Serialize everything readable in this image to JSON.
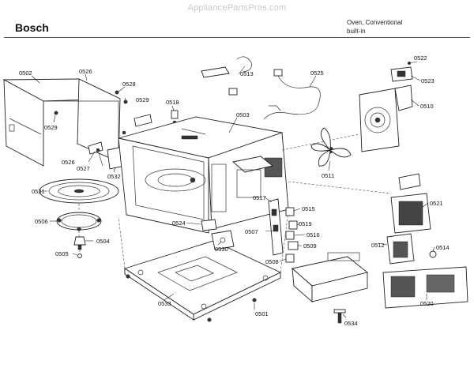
{
  "header": {
    "watermark": "AppliancePartsPros.com",
    "brand": "Bosch",
    "description_line1": "Oven, Conventional",
    "description_line2": "built-in"
  },
  "callouts": {
    "c0502": "0502",
    "c0526a": "0526",
    "c0528": "0528",
    "c0529a": "0529",
    "c0529b": "0529",
    "c0518": "0518",
    "c0526b": "0526",
    "c0527": "0527",
    "c0532": "0532",
    "c0531": "0531",
    "c0506": "0506",
    "c0504": "0504",
    "c0505": "0505",
    "c0524": "0524",
    "c0530": "0530",
    "c0513": "0513",
    "c0525": "0525",
    "c0503": "0503",
    "c0522": "0522",
    "c0523": "0523",
    "c0510": "0510",
    "c0511": "0511",
    "c0517": "0517",
    "c0515": "0515",
    "c0519": "0519",
    "c0516": "0516",
    "c0507": "0507",
    "c0509": "0509",
    "c0508": "0508",
    "c0521": "0521",
    "c0512": "0512",
    "c0514": "0514",
    "c0520": "0520",
    "c0533": "0533",
    "c0501": "0501",
    "c0534": "0534"
  }
}
